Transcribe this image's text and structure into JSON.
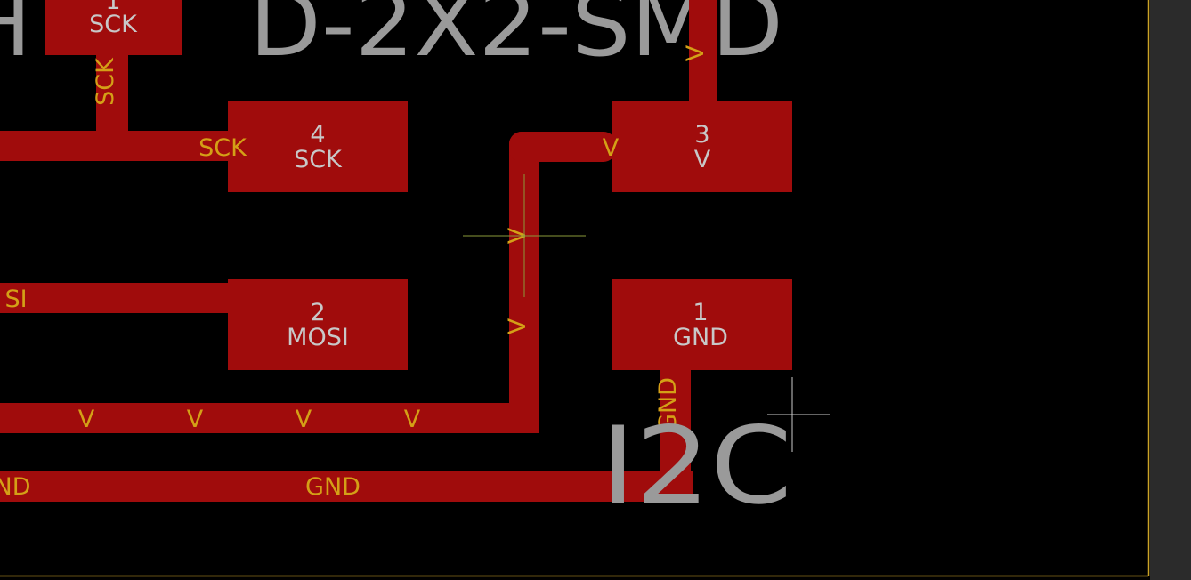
{
  "colors": {
    "background": "#000000",
    "copper": "#a00c0c",
    "silkscreen": "#9a9a9a",
    "pad_label": "#c8c8c8",
    "net_label": "#d4a017",
    "frame": "#c9a227",
    "side_panel": "#2b2b2b"
  },
  "silkscreen": {
    "package_name": "D-2X2-SMD",
    "package_prefix": "H",
    "part_name": "I2C"
  },
  "pads": {
    "pad1": {
      "number": "1",
      "name": "GND"
    },
    "pad2": {
      "number": "2",
      "name": "MOSI"
    },
    "pad3": {
      "number": "3",
      "name": "V"
    },
    "pad4": {
      "number": "4",
      "name": "SCK"
    },
    "pad_top": {
      "number": "1",
      "name": "SCK"
    }
  },
  "nets": {
    "sck": "SCK",
    "mosi": "SI",
    "v": "V",
    "gnd": "GND",
    "gnd_left": "ND"
  }
}
